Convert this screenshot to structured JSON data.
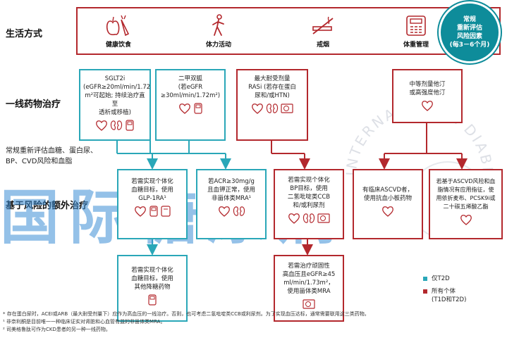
{
  "rows": {
    "lifestyle": "生活方式",
    "first_line": "一线药物治疗",
    "reassess": "常规重新评估血糖、蛋白尿、\nBP、CVD风险和血脂",
    "additional": "基于风险的额外治疗"
  },
  "lifestyle_items": [
    {
      "label": "健康饮食",
      "icon": "apple-carrot-icon"
    },
    {
      "label": "体力活动",
      "icon": "walking-person-icon"
    },
    {
      "label": "戒烟",
      "icon": "no-smoking-icon"
    },
    {
      "label": "体重管理",
      "icon": "scale-icon"
    }
  ],
  "badge": {
    "lines": [
      "常规",
      "重新评估",
      "风险因素",
      "(每3－6个月)"
    ]
  },
  "first_line_boxes": [
    {
      "text": "SGLT2i\n(eGFR≥20ml/min/1.72\nm²可起始; 持续治疗直至\n透析或移植)",
      "color": "teal"
    },
    {
      "text": "二甲双胍\n(若eGFR\n≥30ml/min/1.72m²)",
      "color": "teal"
    },
    {
      "text": "最大耐受剂量\nRASi (若存在蛋白\n尿和/或HTN)",
      "color": "red"
    },
    {
      "text": "中等剂量他汀\n或高强度他汀",
      "color": "red"
    }
  ],
  "additional_boxes": [
    {
      "text": "若需实现个体化\n血糖目标，使用\nGLP-1RA¹",
      "color": "teal"
    },
    {
      "text": "若ACR≥30mg/g\n且血钾正常，使用\n非甾体类MRA¹",
      "color": "teal"
    },
    {
      "text": "若需实现个体化\nBP目标，使用\n二氢吡啶类CCB\n和/或利尿剂",
      "color": "red"
    },
    {
      "text": "有临床ASCVD者，\n使用抗血小板药物",
      "color": "red"
    },
    {
      "text": "若基于ASCVD风险和血\n脂情况有应用指征，使\n用依折麦布、PCSK9i或\n二十碳五烯酸乙酯",
      "color": "red"
    }
  ],
  "third_boxes": [
    {
      "text": "若需实现个体化\n血糖目标，使用\n其他降糖药物",
      "color": "teal"
    },
    {
      "text": "若需治疗顽固性\n高血压且eGFR≥45\nml/min/1.73m²，\n使用甾体类MRA",
      "color": "red"
    }
  ],
  "watermark": "国际糖尿病",
  "watermark_arc": "INTERNATIONAL DIABETES",
  "legend": [
    {
      "label": "仅T2D",
      "color": "#2aa7b8"
    },
    {
      "label": "所有个体\n(T1D和T2D)",
      "color": "#b3282d"
    }
  ],
  "footnotes": [
    "* 存在蛋白尿时，ACEI或ARB（最大耐受剂量下）应作为高血压的一线治疗。否则，也可考虑二氢吡啶类CCB或利尿剂。为了实现血压达标，通常需要联用这三类药物。",
    "¹ 非奈利酮是目前唯一一种临床证实对肾脏和心血管有益的非甾体类MRA。",
    "² 司美格鲁肽可作为CKD患者的另一种一线药物。"
  ],
  "colors": {
    "teal": "#2aa7b8",
    "red": "#b3282d",
    "badge": "#0e8c9a",
    "watermark": "#3d8fd6"
  }
}
